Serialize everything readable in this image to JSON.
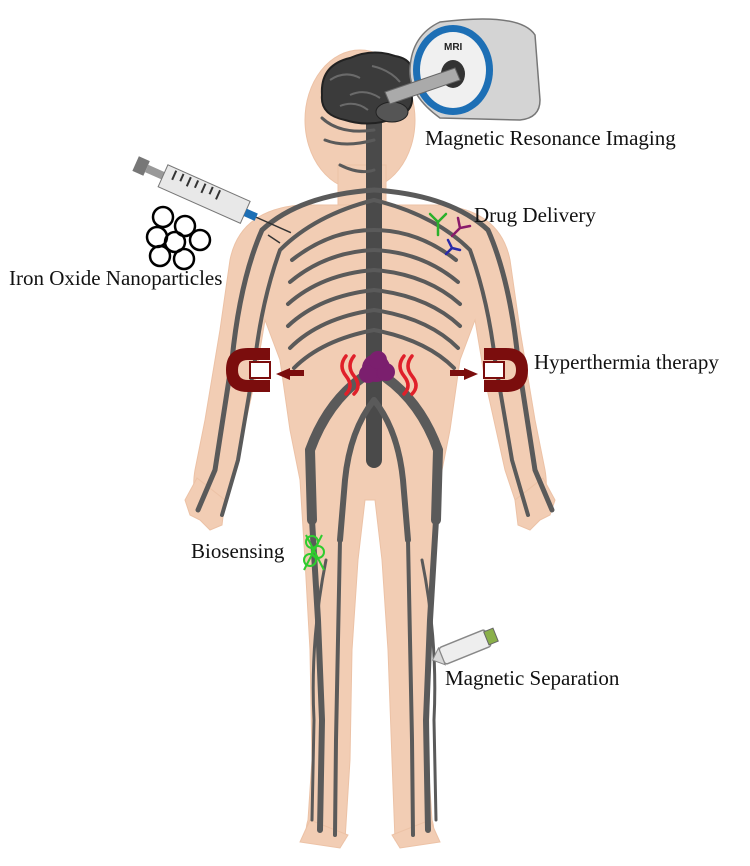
{
  "labels": {
    "mri": "Magnetic Resonance Imaging",
    "drug_delivery": "Drug Delivery",
    "nanoparticles": "Iron Oxide Nanoparticles",
    "hyperthermia": "Hyperthermia therapy",
    "biosensing": "Biosensing",
    "separation": "Magnetic Separation"
  },
  "scanner": {
    "text": "MRI"
  },
  "colors": {
    "skin": "#f2cdb4",
    "nerves": "#5a5a5a",
    "brain": "#3b3b3b",
    "magnet": "#7b0d0d",
    "heat": "#e0202a",
    "tumor": "#7b1f6e",
    "scanner_ring": "#1d6fb5",
    "biosensor": "#2ecc2e"
  }
}
